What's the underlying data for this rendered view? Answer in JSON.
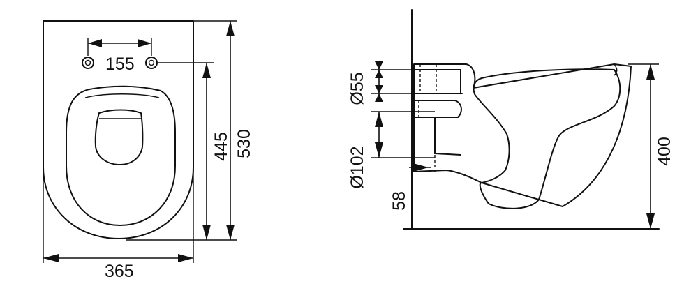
{
  "front_view": {
    "bolt_spacing": "155",
    "width": "365",
    "bolt_to_front": "445",
    "total_length": "530"
  },
  "side_view": {
    "inlet_diameter": "Ø55",
    "outlet_diameter": "Ø102",
    "outlet_height": "58",
    "height": "400"
  }
}
